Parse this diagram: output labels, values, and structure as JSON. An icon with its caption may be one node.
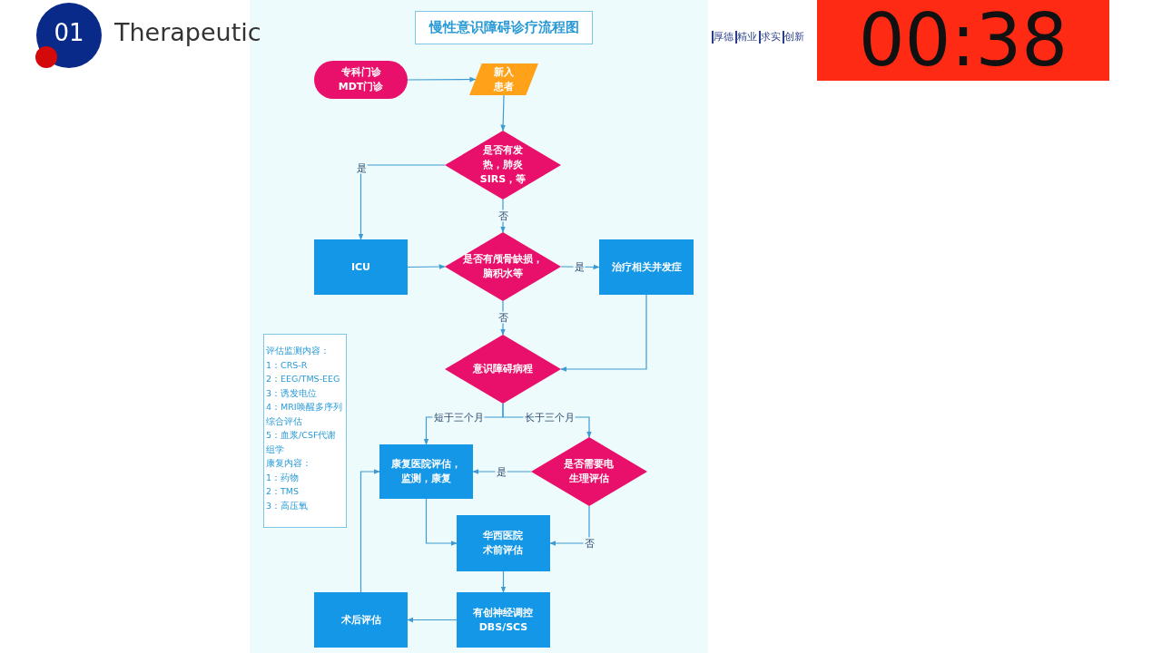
{
  "diagram": {
    "title": "慢性意识障碍诊疗流程图",
    "nodes": [
      {
        "text": [
          "专科门诊MDT门诊"
        ]
      },
      {
        "text": [
          "新入患者"
        ]
      },
      {
        "text": [
          "是否有发热，肺炎SIRS，等"
        ]
      },
      {
        "text": [
          "ICU"
        ]
      },
      {
        "text": [
          "是否有颅骨缺损，脑积水等"
        ]
      },
      {
        "text": [
          "治疗相关并发症"
        ]
      },
      {
        "text": [
          "意识障碍病程"
        ]
      },
      {
        "text": [
          "康复医院评估，监测，康复"
        ]
      },
      {
        "text": [
          "是否需要电生理评估"
        ]
      },
      {
        "text": [
          "华西医院术前评估"
        ]
      },
      {
        "text": [
          "有创神经调控DBS/SCS"
        ]
      },
      {
        "text": [
          "术后评估"
        ]
      },
      {
        "text": [
          "评估监测内容：",
          "1：CRS-R",
          "2：EEG/TMS-EEG",
          "3：诱发电位",
          "4：MRI唤醒多序列综合评估",
          "5：血浆/CSF代谢组学",
          "康复内容：",
          "1：药物",
          "2：TMS",
          "3：高压氧"
        ]
      }
    ],
    "edges": [
      {
        "from": 0,
        "to": 1,
        "arrow": "to"
      },
      {
        "from": 1,
        "to": 2,
        "arrow": "to"
      },
      {
        "from": 2,
        "to": 3,
        "arrow": "to",
        "label": "是"
      },
      {
        "from": 2,
        "to": 4,
        "arrow": "to",
        "label": "否"
      },
      {
        "from": 3,
        "to": 4,
        "arrow": "to"
      },
      {
        "from": 4,
        "to": 5,
        "arrow": "to",
        "label": "是"
      },
      {
        "from": 4,
        "to": 6,
        "arrow": "to",
        "label": "否"
      },
      {
        "from": 5,
        "to": 6,
        "arrow": "to"
      },
      {
        "from": 6,
        "to": 7,
        "arrow": "to",
        "label": "短于三个月"
      },
      {
        "from": 6,
        "to": 8,
        "arrow": "to",
        "label": "长于三个月"
      },
      {
        "from": 8,
        "to": 7,
        "arrow": "to",
        "label": "是"
      },
      {
        "from": 8,
        "to": 9,
        "arrow": "to",
        "label": "否"
      },
      {
        "from": 7,
        "to": 9,
        "arrow": "to"
      },
      {
        "from": 9,
        "to": 10,
        "arrow": "to"
      },
      {
        "from": 10,
        "to": 11,
        "arrow": "to"
      },
      {
        "from": 11,
        "to": 7,
        "arrow": "to"
      }
    ],
    "labels": [
      "01",
      "Therapeutic",
      "厚德",
      "精业",
      "求实",
      "创新",
      "00:38"
    ]
  }
}
